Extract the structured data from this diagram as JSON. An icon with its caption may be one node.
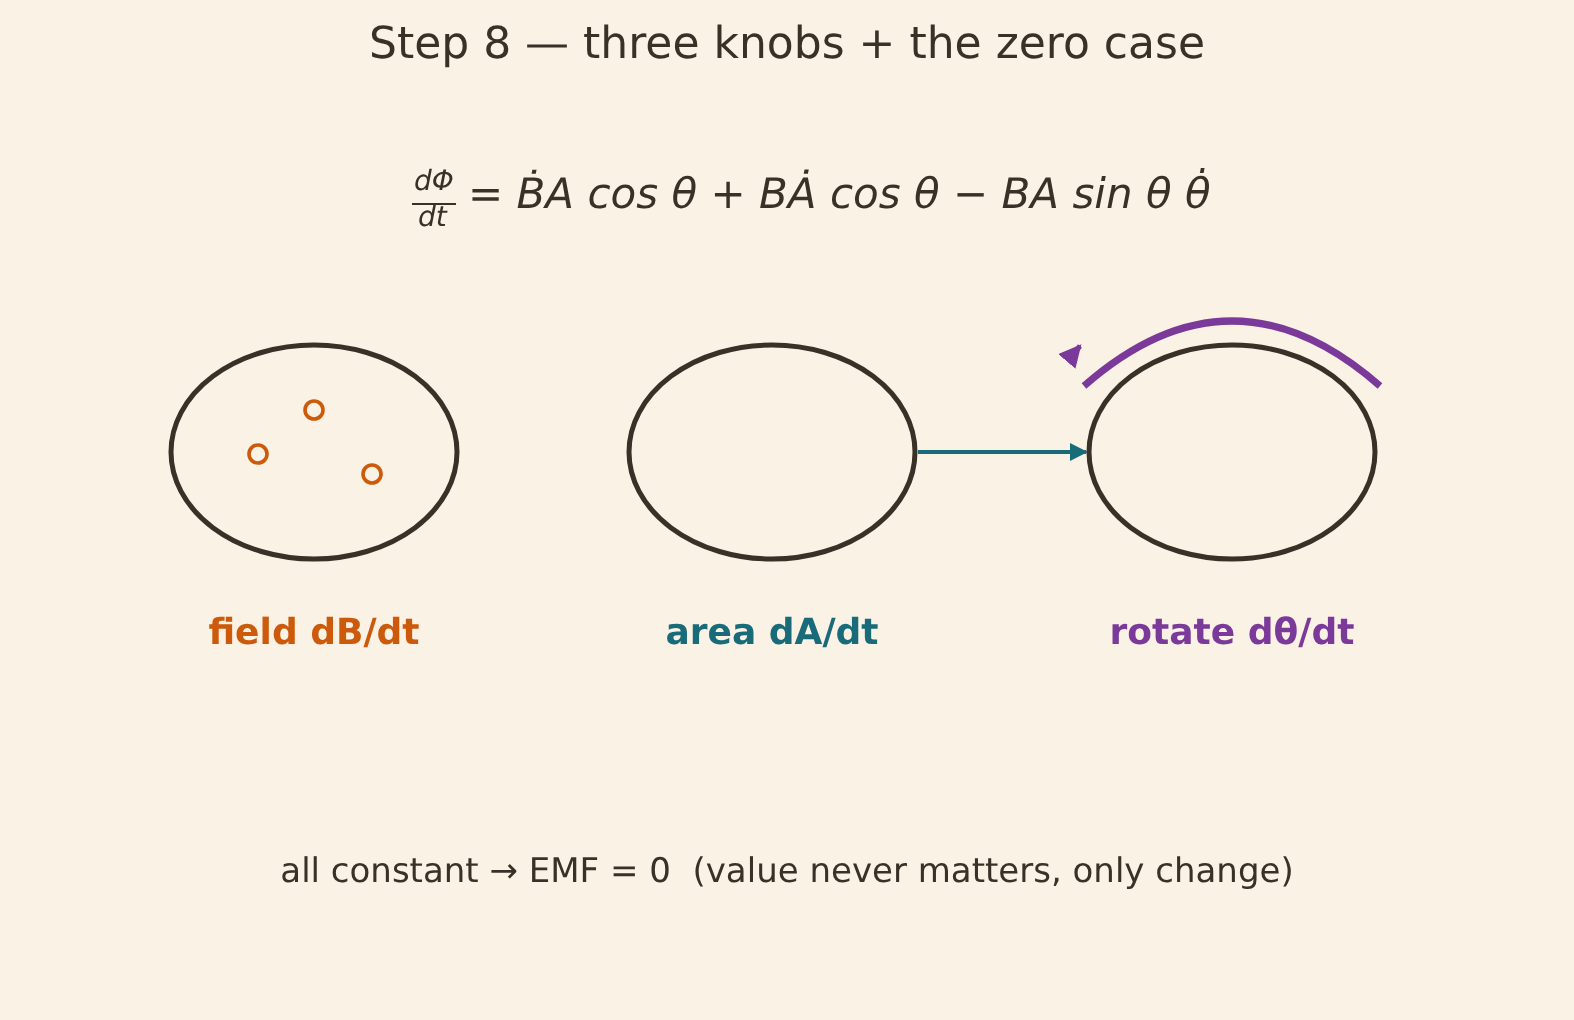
{
  "diagram": {
    "title": "Step 8 — three knobs + the zero case",
    "nodes": [
      {
        "text": [
          "field dB/dt"
        ]
      },
      {
        "text": [
          "area dA/dt"
        ]
      },
      {
        "text": [
          "rotate dθ/dt"
        ]
      }
    ],
    "edges": [
      {
        "from": 1,
        "to": 2,
        "arrow": "to"
      }
    ],
    "labels": [
      "dΦ",
      "dt",
      "= ḂA cos θ + BȦ cos θ − BA sin θ θ̇",
      "all constant → EMF = 0  (value never matters, only change)"
    ]
  }
}
